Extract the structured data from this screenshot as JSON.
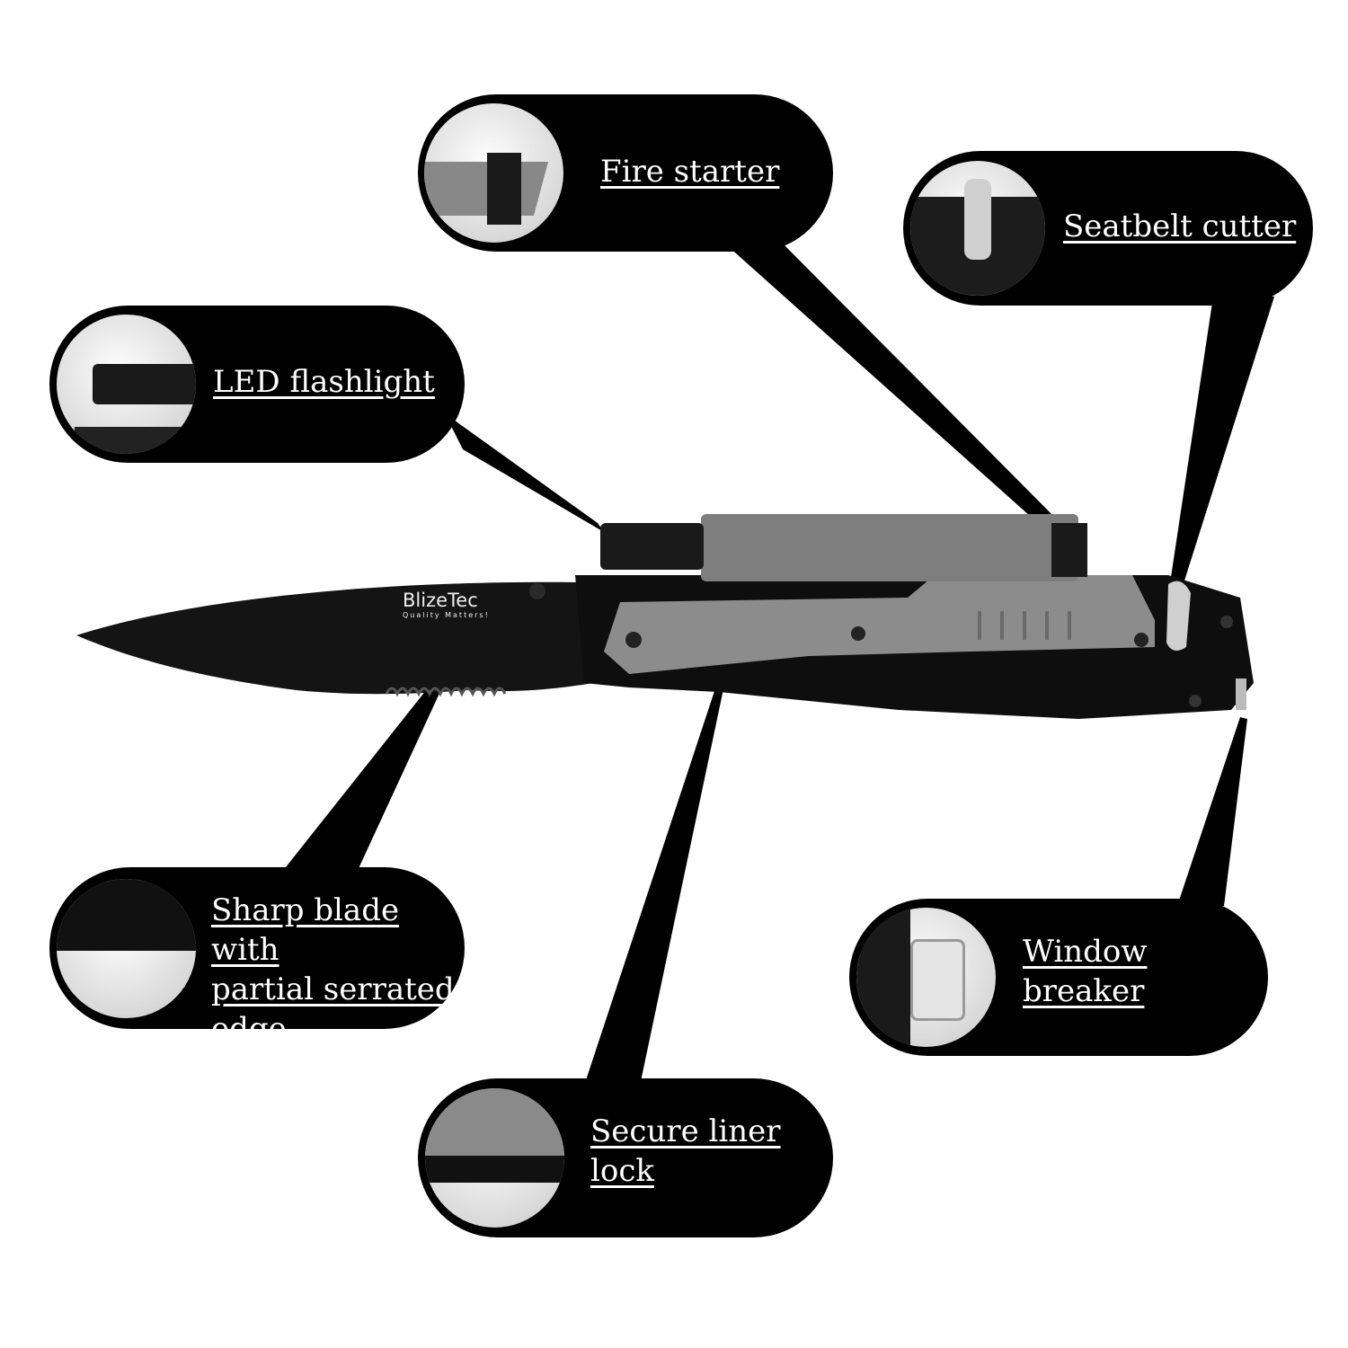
{
  "product": {
    "brand": "BlizeTec",
    "tagline": "Quality Matters!",
    "blade_color": "#111111",
    "handle_color": "#8a8a8a"
  },
  "callouts": [
    {
      "id": "fire-starter",
      "label": "Fire starter"
    },
    {
      "id": "seatbelt-cutter",
      "label": "Seatbelt cutter"
    },
    {
      "id": "led-flashlight",
      "label": "LED flashlight"
    },
    {
      "id": "serrated-blade",
      "label_lines": [
        "Sharp blade with",
        "partial serrated",
        "edge"
      ]
    },
    {
      "id": "window-breaker",
      "label_lines": [
        "Window",
        "breaker"
      ]
    },
    {
      "id": "liner-lock",
      "label_lines": [
        "Secure liner",
        "lock"
      ]
    }
  ],
  "colors": {
    "callout_bg": "#000000",
    "callout_text": "#ffffff",
    "background": "#ffffff"
  }
}
